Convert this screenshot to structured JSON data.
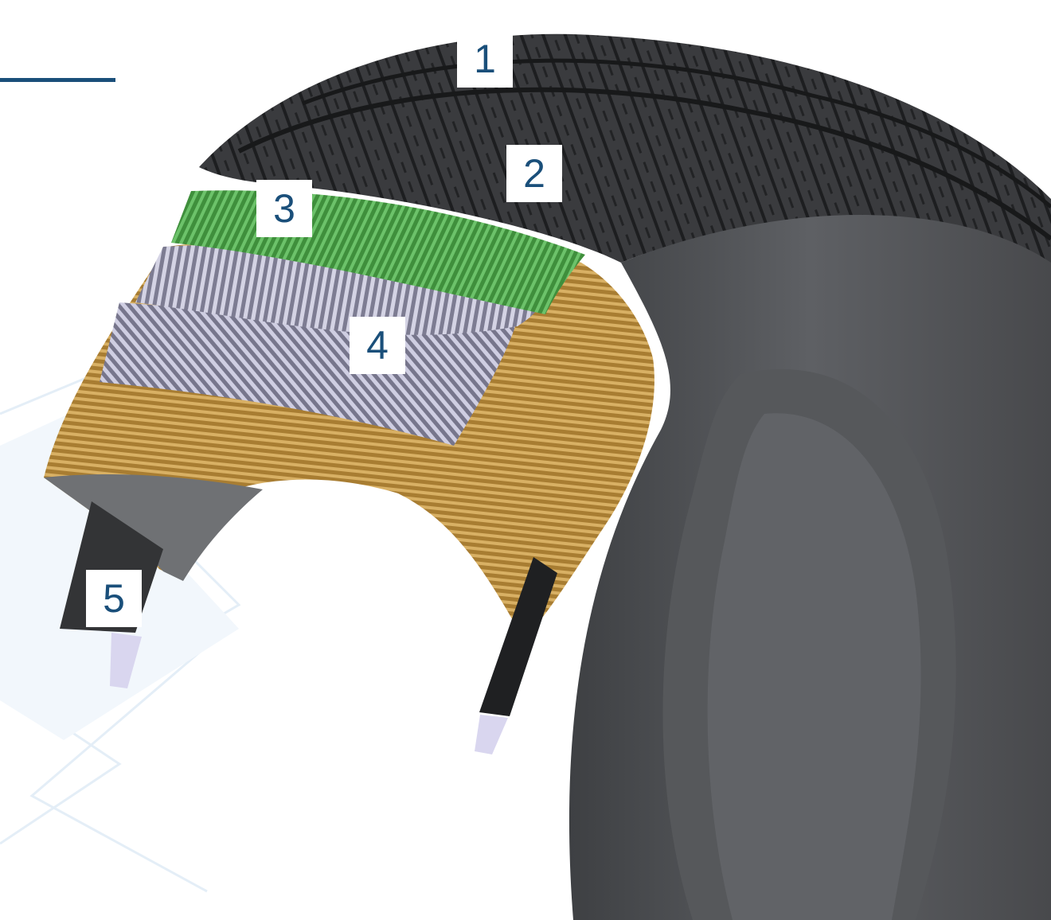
{
  "callouts": [
    {
      "label": "1"
    },
    {
      "label": "2"
    },
    {
      "label": "3"
    },
    {
      "label": "4"
    },
    {
      "label": "5"
    }
  ],
  "colors": {
    "accent": "#1a4f7a",
    "rubber_dark": "#2e2f31",
    "rubber_mid": "#4a4c4f",
    "sidewall": "#595b5e",
    "cap_ply": "#46a84a",
    "steel_belt": "#b9b9cc",
    "body_ply": "#c8a050",
    "bead": "#d6d3ea",
    "background_pattern": "#e8f2fa"
  },
  "icons": [
    "tire-cross-section-illustration"
  ]
}
